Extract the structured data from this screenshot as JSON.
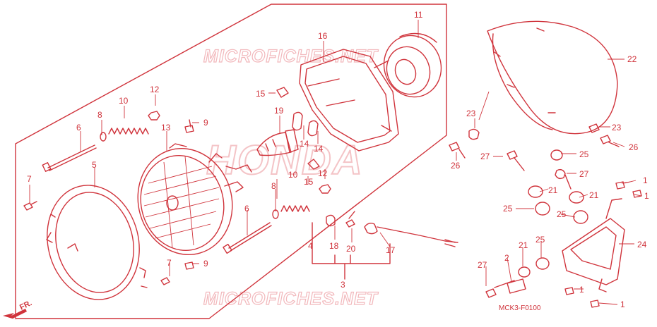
{
  "watermarks": {
    "top": "MICROFICHES.NET",
    "bottom": "MICROFICHES.NET",
    "brand": "HONDA"
  },
  "diagram_code": "MCK3-F0100",
  "direction_label": "FR.",
  "callouts": {
    "c11": "11",
    "c16": "16",
    "c22": "22",
    "c12a": "12",
    "c15a": "15",
    "c19": "19",
    "c14a": "14",
    "c14b": "14",
    "c10a": "10",
    "c8a": "8",
    "c6a": "6",
    "c13": "13",
    "c9a": "9",
    "c5": "5",
    "c7a": "7",
    "c10b": "10",
    "c12b": "12",
    "c15b": "15",
    "c8b": "8",
    "c6b": "6",
    "c7b": "7",
    "c9b": "9",
    "c4": "4",
    "c18": "18",
    "c20": "20",
    "c17": "17",
    "c3": "3",
    "c23a": "23",
    "c26a": "26",
    "c27a": "27",
    "c25a": "25",
    "c27b": "27",
    "c21a": "21",
    "c21b": "21",
    "c25b": "25",
    "c25c": "25",
    "c23b": "23",
    "c26b": "26",
    "c1a": "1",
    "c1b": "1",
    "c24": "24",
    "c27c": "27",
    "c2": "2",
    "c21c": "21",
    "c25d": "25",
    "c1c": "1",
    "c1d": "1"
  },
  "colors": {
    "line": "#d0343c",
    "watermark": "#f2b8bc"
  }
}
